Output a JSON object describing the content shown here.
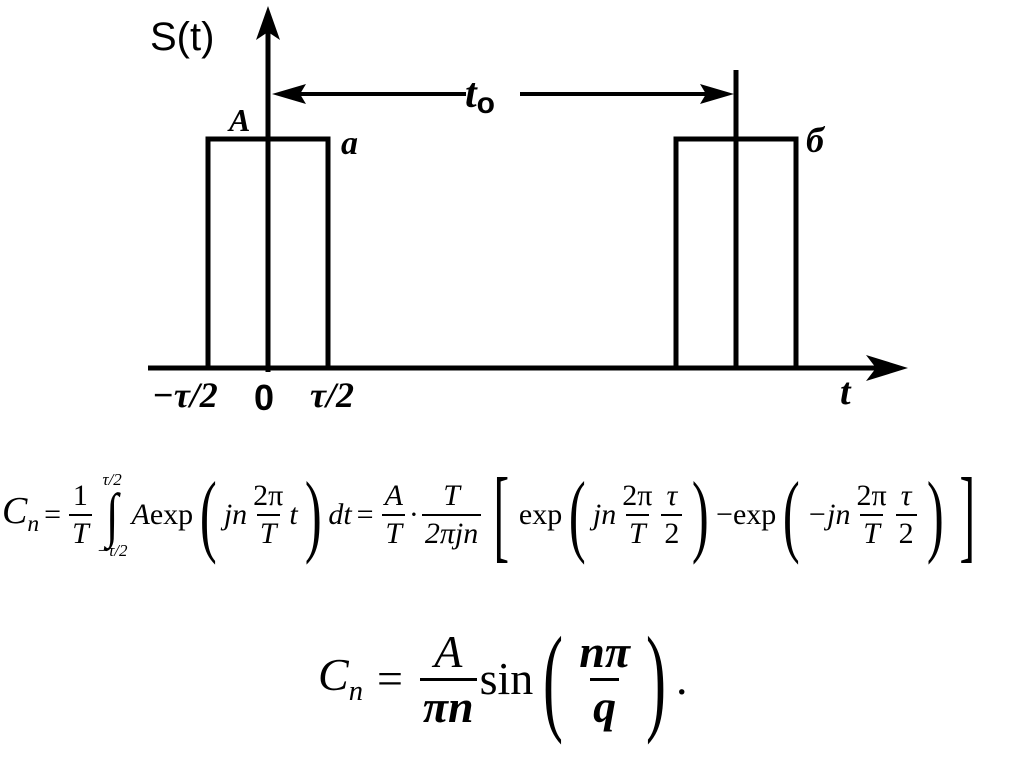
{
  "diagram": {
    "y_axis_label": "S(t)",
    "x_axis_label": "t",
    "amplitude_label": "A",
    "pulse_a_label": "a",
    "pulse_b_label": "б",
    "period_label": "t",
    "period_subscript": "o",
    "tick_neg_half_tau": "−τ/2",
    "tick_zero": "0",
    "tick_pos_half_tau": "τ/2"
  },
  "formula1": {
    "lhs": "C",
    "lhs_sub": "n",
    "eq": "=",
    "one": "1",
    "T": "T",
    "upper_limit": "τ/2",
    "lower_limit": "−τ/2",
    "integral_sign": "∫",
    "A_exp": "Aexp",
    "jn": "jn",
    "two_pi": "2π",
    "t": "t",
    "dt": "dt",
    "A": "A",
    "dot": "·",
    "two_pi_jn": "2πjn",
    "exp": "exp",
    "minus": "−",
    "minus_jn": "−jn",
    "tau": "τ",
    "two": "2"
  },
  "formula2": {
    "lhs": "C",
    "lhs_sub": "n",
    "eq": "=",
    "A": "A",
    "pi_n": "πn",
    "sin": "sin",
    "n_pi": "nπ",
    "q": "q",
    "period": "."
  }
}
